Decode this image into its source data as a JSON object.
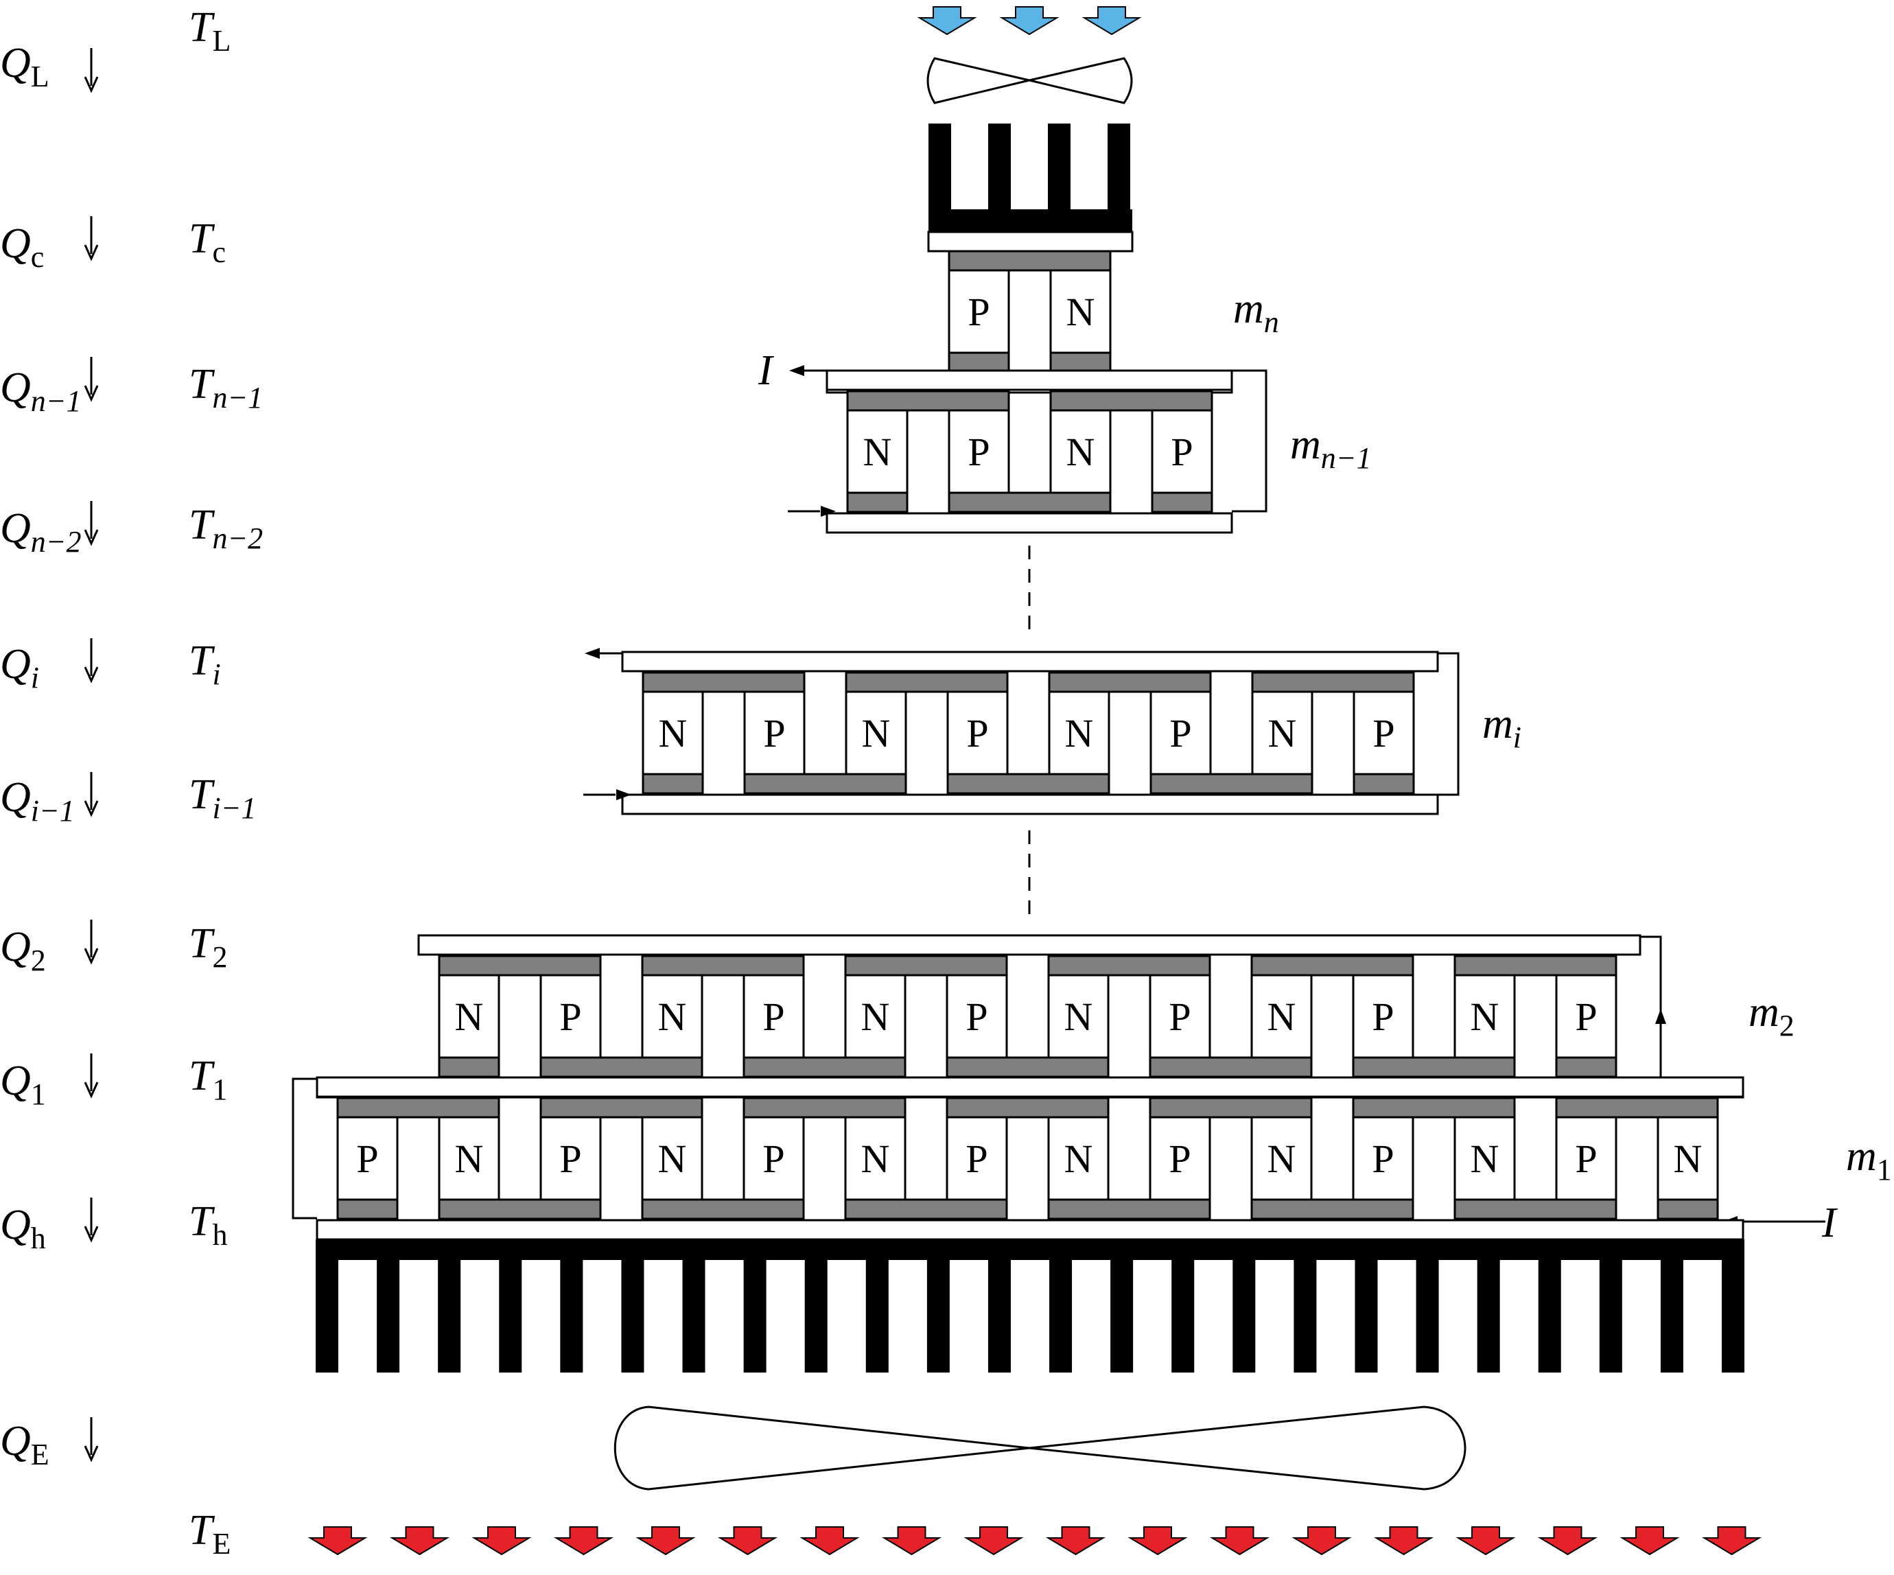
{
  "colors": {
    "background": "#ffffff",
    "line": "#000000",
    "ceramic": "#ffffff",
    "electrode": "#808080",
    "heat_sink": "#000000",
    "cold_air_arrow": "#5ab4e6",
    "hot_air_arrow": "#e5212a"
  },
  "heat_flows": [
    {
      "id": "QL",
      "symbol": "Q",
      "sub": "L"
    },
    {
      "id": "Qc",
      "symbol": "Q",
      "sub": "c"
    },
    {
      "id": "Qn1",
      "symbol": "Q",
      "sub": "n−1"
    },
    {
      "id": "Qn2",
      "symbol": "Q",
      "sub": "n−2"
    },
    {
      "id": "Qi",
      "symbol": "Q",
      "sub": "i"
    },
    {
      "id": "Qi1",
      "symbol": "Q",
      "sub": "i−1"
    },
    {
      "id": "Q2",
      "symbol": "Q",
      "sub": "2"
    },
    {
      "id": "Q1",
      "symbol": "Q",
      "sub": "1"
    },
    {
      "id": "Qh",
      "symbol": "Q",
      "sub": "h"
    },
    {
      "id": "QE",
      "symbol": "Q",
      "sub": "E"
    }
  ],
  "temperatures": [
    {
      "id": "TL",
      "symbol": "T",
      "sub": "L"
    },
    {
      "id": "Tc",
      "symbol": "T",
      "sub": "c"
    },
    {
      "id": "Tn1",
      "symbol": "T",
      "sub": "n−1"
    },
    {
      "id": "Tn2",
      "symbol": "T",
      "sub": "n−2"
    },
    {
      "id": "Ti",
      "symbol": "T",
      "sub": "i"
    },
    {
      "id": "Ti1",
      "symbol": "T",
      "sub": "i−1"
    },
    {
      "id": "T2",
      "symbol": "T",
      "sub": "2"
    },
    {
      "id": "T1",
      "symbol": "T",
      "sub": "1"
    },
    {
      "id": "Th",
      "symbol": "T",
      "sub": "h"
    },
    {
      "id": "TE",
      "symbol": "T",
      "sub": "E"
    }
  ],
  "stages": [
    {
      "id": "mn",
      "symbol": "m",
      "sub": "n",
      "legs": [
        "P",
        "N"
      ]
    },
    {
      "id": "mn1",
      "symbol": "m",
      "sub": "n−1",
      "legs": [
        "N",
        "P",
        "N",
        "P"
      ]
    },
    {
      "id": "mi",
      "symbol": "m",
      "sub": "i",
      "legs": [
        "N",
        "P",
        "N",
        "P",
        "N",
        "P",
        "N",
        "P"
      ]
    },
    {
      "id": "m2",
      "symbol": "m",
      "sub": "2",
      "legs": [
        "N",
        "P",
        "N",
        "P",
        "N",
        "P",
        "N",
        "P",
        "N",
        "P",
        "N",
        "P"
      ]
    },
    {
      "id": "m1",
      "symbol": "m",
      "sub": "1",
      "legs": [
        "P",
        "N",
        "P",
        "N",
        "P",
        "N",
        "P",
        "N",
        "P",
        "N",
        "P",
        "N",
        "P",
        "N"
      ]
    }
  ],
  "current": {
    "symbol": "I"
  },
  "cold_air_arrow_count": 3,
  "hot_air_arrow_count": 18,
  "top_heat_sink_fin_count": 4,
  "bottom_heat_sink_fin_count": 24
}
